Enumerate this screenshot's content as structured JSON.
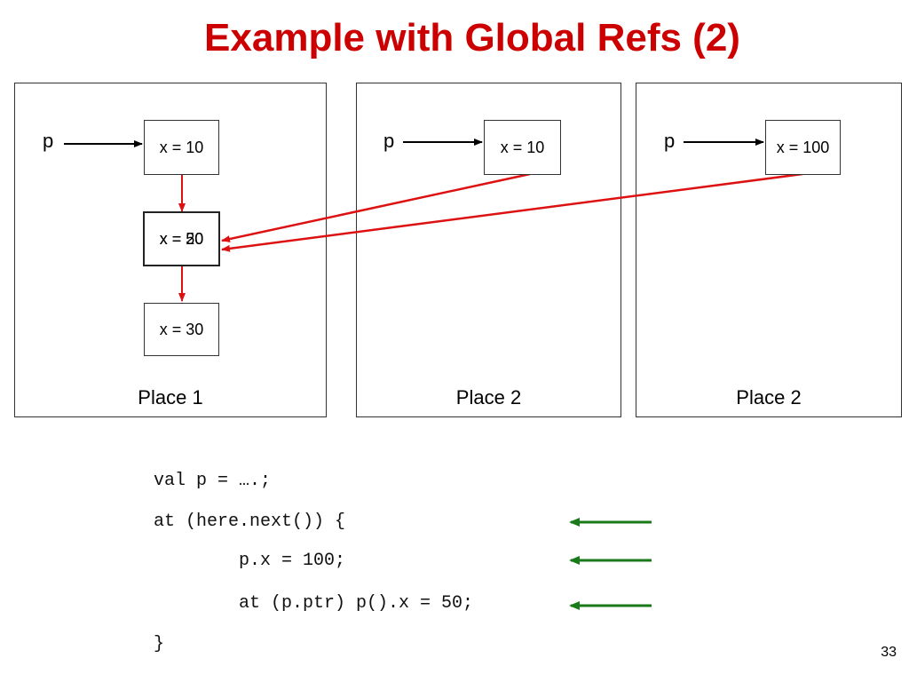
{
  "slide": {
    "title": "Example with Global Refs (2)",
    "page_number": "33"
  },
  "diagram": {
    "places": [
      {
        "label": "Place 1",
        "pointer_label": "p",
        "nodes": [
          "x = 10",
          "x = 20",
          "x = 30"
        ],
        "overlapped_value": "x = 50"
      },
      {
        "label": "Place 2",
        "pointer_label": "p",
        "nodes": [
          "x = 10"
        ]
      },
      {
        "label": "Place 2",
        "pointer_label": "p",
        "nodes": [
          "x = 100"
        ]
      }
    ],
    "colors": {
      "pointer_arrow": "#000000",
      "reference_arrow": "#dd1111",
      "marker_arrow": "#1a7a1a"
    }
  },
  "code": {
    "lines": [
      "val p = ….;",
      "at (here.next()) {",
      "        p.x = 100;",
      "        at (p.ptr) p().x = 50;",
      "}"
    ]
  }
}
